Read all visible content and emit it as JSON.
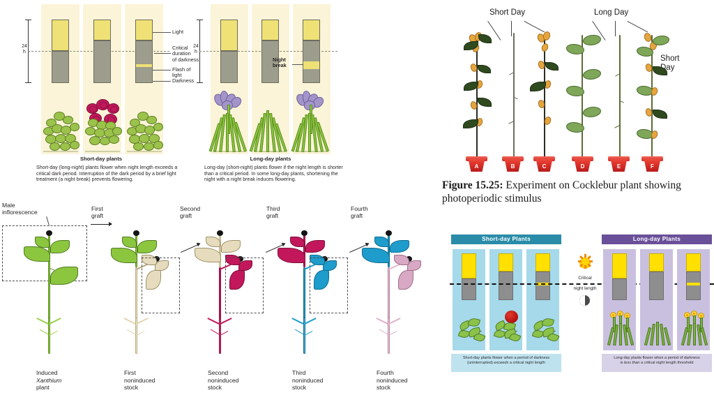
{
  "panel_short_day": {
    "axis_label": "24\nh",
    "legend": [
      {
        "key": "light",
        "label": "Light"
      },
      {
        "key": "critical-duration",
        "label": "Critical\nduration\nof darkness"
      },
      {
        "key": "flash",
        "label": "Flash of\nlight"
      },
      {
        "key": "darkness",
        "label": "Darkness"
      }
    ],
    "title": "Short-day plants",
    "caption": "Short-day (long-night) plants flower when night length exceeds a critical dark period. Interruption of the dark period by a brief light treatment (a night break) prevents flowering.",
    "colors": {
      "light": "#efe175",
      "darkness": "#9d9d8d",
      "panel": "#fbf4d8"
    },
    "bars": [
      {
        "id": "sd-1",
        "light_hours": 14,
        "dark_hours": 10,
        "flash": false,
        "flowering": false
      },
      {
        "id": "sd-2",
        "light_hours": 8,
        "dark_hours": 16,
        "flash": false,
        "flowering": true
      },
      {
        "id": "sd-3",
        "light_hours": 8,
        "dark_hours": 16,
        "flash": true,
        "flowering": false
      }
    ]
  },
  "panel_long_day": {
    "axis_label": "24\nh",
    "night_break_label": "Night\nbreak",
    "title": "Long-day plants",
    "caption": "Long-day (short-night) plants flower if the night length is shorter than a critical period. In some long-day plants, shortening the night with a night break induces flowering.",
    "bars": [
      {
        "id": "ld-1",
        "light_hours": 14,
        "dark_hours": 10,
        "flash": false,
        "flowering": true
      },
      {
        "id": "ld-2",
        "light_hours": 8,
        "dark_hours": 16,
        "flash": false,
        "flowering": false
      },
      {
        "id": "ld-3",
        "light_hours": 8,
        "dark_hours": 16,
        "flash": true,
        "flowering": true
      }
    ]
  },
  "panel_cocklebur": {
    "annotations": [
      {
        "label": "Short Day",
        "targets": [
          "A",
          "B",
          "C"
        ]
      },
      {
        "label": "Long Day",
        "targets": [
          "D",
          "E",
          "F"
        ]
      },
      {
        "label": "Short\nDay",
        "targets": [
          "F"
        ]
      }
    ],
    "short_day_label": "Short Day",
    "long_day_label": "Long Day",
    "short_day_label_right": "Short\nDay",
    "pots": [
      {
        "letter": "A",
        "flowering": true,
        "leaf_color": "dark"
      },
      {
        "letter": "B",
        "flowering": false,
        "leaf_color": "none"
      },
      {
        "letter": "C",
        "flowering": true,
        "leaf_color": "dark"
      },
      {
        "letter": "D",
        "flowering": false,
        "leaf_color": "light"
      },
      {
        "letter": "E",
        "flowering": false,
        "leaf_color": "none"
      },
      {
        "letter": "F",
        "flowering": true,
        "leaf_color": "mixed"
      }
    ],
    "figure_number": "Figure   15.25:",
    "figure_caption": "Experiment   on   Cocklebur plant showing photoperiodic stimulus"
  },
  "panel_graft": {
    "male_inflorescence_label": "Male\ninflorescence",
    "grafts": [
      {
        "label": "First\ngraft"
      },
      {
        "label": "Second\ngraft"
      },
      {
        "label": "Third\ngraft"
      },
      {
        "label": "Fourth\ngraft"
      }
    ],
    "plants": [
      {
        "id": "p0",
        "label": "Induced\nXanthium\nplant",
        "italic_line": 1,
        "color": "#8cc63f",
        "stem": "#7cb53a"
      },
      {
        "id": "p1",
        "label": "First\nnoninduced\nstock",
        "color": "#e8dfc0",
        "stem": "#ecdfb8"
      },
      {
        "id": "p2",
        "label": "Second\nnoninduced\nstock",
        "color": "#c2185b",
        "stem": "#c2185b"
      },
      {
        "id": "p3",
        "label": "Third\nnoninduced\nstock",
        "color": "#1e9ccb",
        "stem": "#1e9ccb"
      },
      {
        "id": "p4",
        "label": "Fourth\nnoninduced\nstock",
        "color": "#e7b8cf",
        "stem": "#e7b8cf"
      }
    ]
  },
  "panel_critical_night": {
    "short_day": {
      "header": "Short-day Plants",
      "header_color": "#2a8ca8",
      "panel_color": "#a6d9ea",
      "footer_plain_1": "Short-day plants flower when a period of darkness",
      "footer_plain_2a": "(uninterrupted) ",
      "footer_italic": "exceeds",
      "footer_plain_2b": " a critical night length",
      "bars": [
        {
          "id": "sdp-1",
          "light": 16,
          "dark": 8,
          "night_break": false,
          "flowering": false
        },
        {
          "id": "sdp-2",
          "light": 10,
          "dark": 14,
          "night_break": false,
          "flowering": true
        },
        {
          "id": "sdp-3",
          "light": 10,
          "dark": 14,
          "night_break": true,
          "flowering": false
        }
      ]
    },
    "long_day": {
      "header": "Long-day Plants",
      "header_color": "#6a4f99",
      "panel_color": "#c9c0e0",
      "footer_plain_1": "Long-day plants flower when a period of darkness",
      "footer_plain_2a": "is ",
      "footer_italic": "less than",
      "footer_plain_2b": " a critical night length threshold",
      "bars": [
        {
          "id": "ldp-1",
          "light": 16,
          "dark": 8,
          "night_break": false,
          "flowering": true
        },
        {
          "id": "ldp-2",
          "light": 10,
          "dark": 14,
          "night_break": false,
          "flowering": false
        },
        {
          "id": "ldp-3",
          "light": 10,
          "dark": 14,
          "night_break": true,
          "flowering": true
        }
      ]
    },
    "critical_label_line1": "Critical",
    "critical_label_line2": "night length",
    "colors": {
      "light_bar": "#ffe000",
      "dark_bar": "#8e8e8e"
    }
  }
}
